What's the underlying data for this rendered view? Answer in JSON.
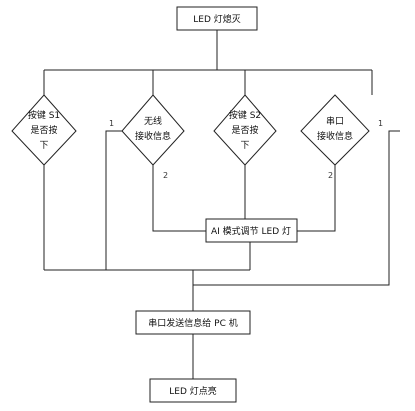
{
  "nodes": {
    "start": "LED 灯熄灭",
    "d1": {
      "l1": "按键 S1",
      "l2": "是否按",
      "l3": "下"
    },
    "d2": {
      "l1": "无线",
      "l2": "接收信息"
    },
    "d3": {
      "l1": "按键 S2",
      "l2": "是否按",
      "l3": "下"
    },
    "d4": {
      "l1": "串口",
      "l2": "接收信息"
    },
    "ai": "AI 模式调节 LED 灯",
    "send": "串口发送信息给 PC 机",
    "end": "LED 灯点亮"
  },
  "labels": {
    "d2_branch1": "1",
    "d2_branch2": "2",
    "d4_branch1": "1",
    "d4_branch2": "2"
  }
}
